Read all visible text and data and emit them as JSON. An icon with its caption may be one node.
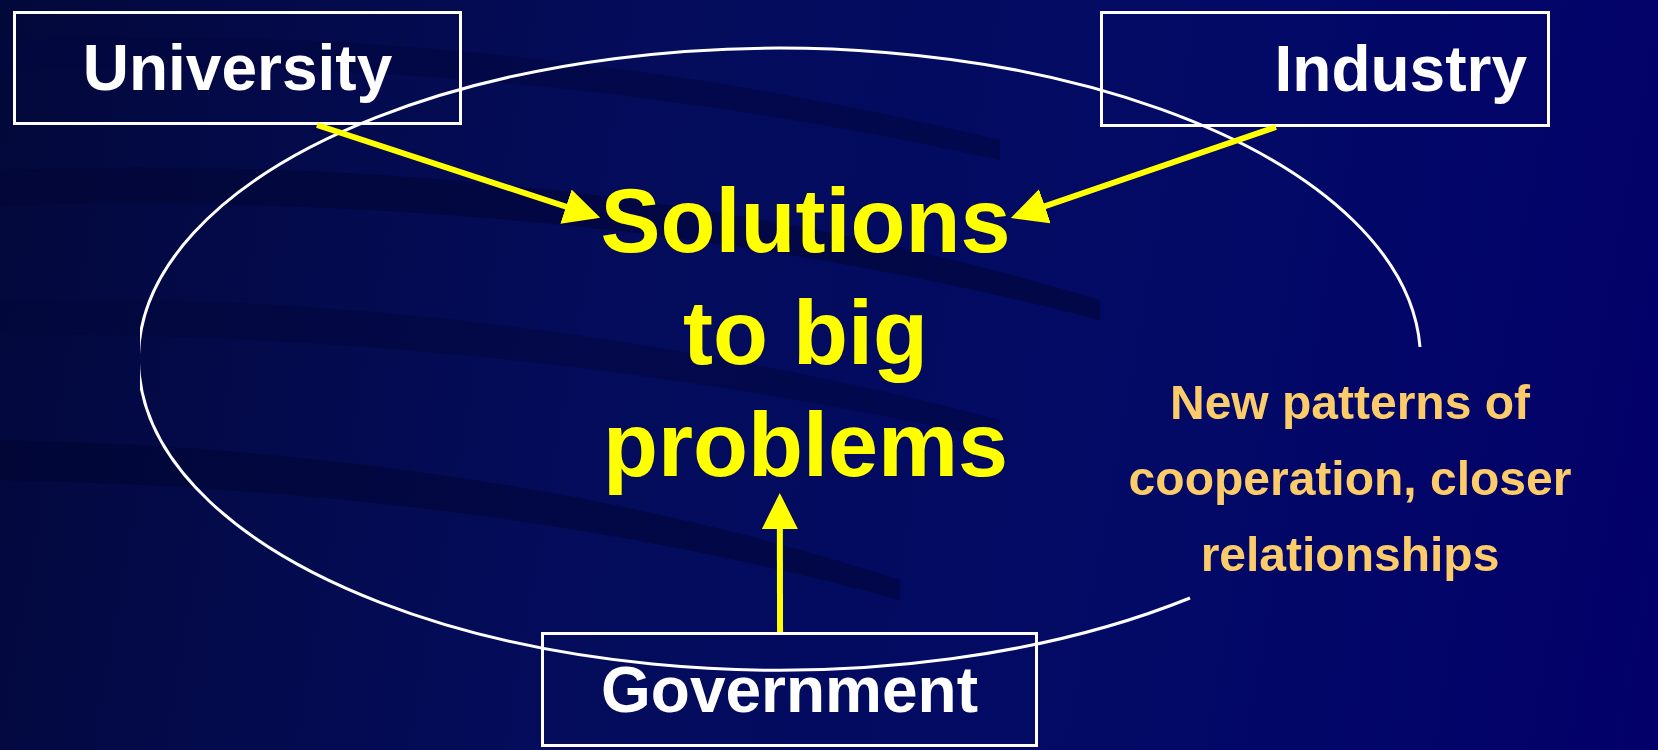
{
  "diagram": {
    "nodes": [
      {
        "text": [
          "University"
        ]
      },
      {
        "text": [
          "Industry"
        ]
      },
      {
        "text": [
          "Government"
        ]
      },
      {
        "text": [
          "New patterns of cooperation, closer relationships"
        ]
      },
      {
        "text": [
          "Solutions to big problems"
        ],
        "in": 3
      }
    ],
    "edges": [
      {
        "from": 0,
        "to": 4,
        "arrow": "to"
      },
      {
        "from": 1,
        "to": 4,
        "arrow": "to"
      },
      {
        "from": 2,
        "to": 4,
        "arrow": "to"
      }
    ]
  }
}
